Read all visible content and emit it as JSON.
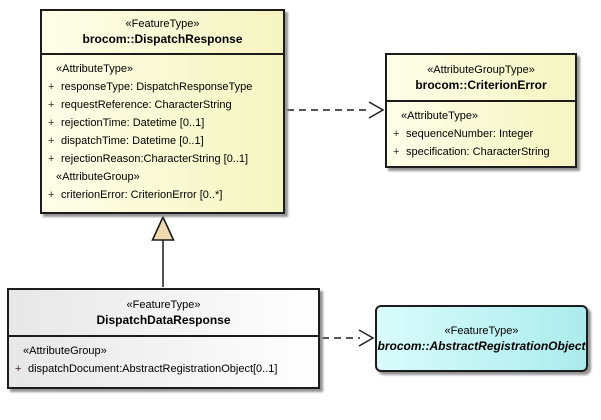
{
  "colors": {
    "class_fill_start": "#fefee9",
    "class_fill_end": "#f5f5c0",
    "subclass_fill_start": "#e7e7e7",
    "subclass_fill_end": "#ffffff",
    "abstract_fill_start": "#d9fbfb",
    "abstract_fill_end": "#abeced",
    "border": "#1c1c1c",
    "generalization_triangle_fill": "#efd9ae"
  },
  "boxes": {
    "dispatch_response": {
      "stereotype": "«FeatureType»",
      "name": "brocom::DispatchResponse",
      "sections": [
        {
          "heading": "«AttributeType»",
          "attributes": [
            {
              "visibility": "+",
              "text": "responseType: DispatchResponseType"
            },
            {
              "visibility": "+",
              "text": "requestReference: CharacterString"
            },
            {
              "visibility": "+",
              "text": "rejectionTime: Datetime [0..1]"
            },
            {
              "visibility": "+",
              "text": "dispatchTime: Datetime [0..1]"
            },
            {
              "visibility": "+",
              "text": "rejectionReason:CharacterString [0..1]"
            }
          ]
        },
        {
          "heading": "«AttributeGroup»",
          "attributes": [
            {
              "visibility": "+",
              "text": "criterionError: CriterionError [0..*]"
            }
          ]
        }
      ]
    },
    "criterion_error": {
      "stereotype": "«AttributeGroupType»",
      "name": "brocom::CriterionError",
      "sections": [
        {
          "heading": "«AttributeType»",
          "attributes": [
            {
              "visibility": "+",
              "text": "sequenceNumber: Integer"
            },
            {
              "visibility": "+",
              "text": "specification: CharacterString"
            }
          ]
        }
      ]
    },
    "dispatch_data_response": {
      "stereotype": "«FeatureType»",
      "name": "DispatchDataResponse",
      "sections": [
        {
          "heading": "«AttributeGroup»",
          "attributes": [
            {
              "visibility": "+",
              "text": "dispatchDocument:AbstractRegistrationObject[0..1]"
            }
          ]
        }
      ]
    },
    "abstract_registration_object": {
      "stereotype": "«FeatureType»",
      "name": "brocom::AbstractRegistrationObject"
    }
  },
  "relationships": [
    {
      "type": "dependency",
      "source": "brocom::DispatchResponse",
      "target": "brocom::CriterionError",
      "line": "dashed",
      "arrowhead": "open"
    },
    {
      "type": "generalization",
      "source": "DispatchDataResponse",
      "target": "brocom::DispatchResponse",
      "line": "solid",
      "arrowhead": "hollow-triangle"
    },
    {
      "type": "dependency",
      "source": "DispatchDataResponse",
      "target": "brocom::AbstractRegistrationObject",
      "line": "dashed",
      "arrowhead": "open"
    }
  ]
}
